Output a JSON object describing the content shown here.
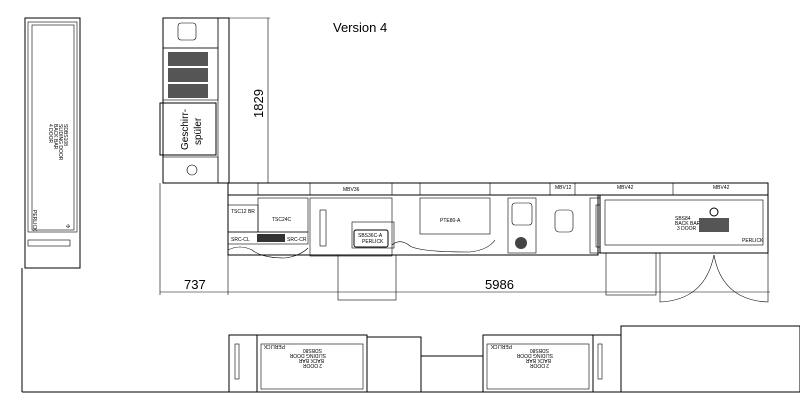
{
  "title": "Version 4",
  "dimensions": {
    "vertical": "1829",
    "left": "737",
    "width": "5986"
  },
  "dishwasher": {
    "line1": "Geschirr-",
    "line2": "spüler"
  },
  "top_labels": {
    "mbv36": "MBV36",
    "mbv12": "MBV12",
    "mbv42a": "MBV42",
    "mbv42b": "MBV42"
  },
  "units": {
    "tsc12": "TSC12 BR",
    "tsc24c": "TSC24C",
    "src_cl": "SRC-CL",
    "src_cr": "SRC-CR",
    "sbs36c_1": "SBS36C-A",
    "sbs36c_2": "PERLICK",
    "pte80": "PTE80-A",
    "sbs84_1": "SBS84",
    "sbs84_2": "BACK BAR",
    "sbs84_3": "3 DOOR",
    "perlick_right": "PERLICK"
  },
  "left_cooler": {
    "line1": "SDBS108",
    "line2": "SLIDING DOOR",
    "line3": "BACK BAR",
    "line4": "4 DOOR",
    "brand": "PERLICK"
  },
  "bottom_coolers": [
    {
      "line1": "SDBS80",
      "line2": "SLIDING DOOR",
      "line3": "BACK BAR",
      "line4": "2 DOOR",
      "brand": "PERLICK"
    },
    {
      "line1": "SDBS80",
      "line2": "SLIDING DOOR",
      "line3": "BACK BAR",
      "line4": "2 DOOR",
      "brand": "PERLICK"
    }
  ]
}
